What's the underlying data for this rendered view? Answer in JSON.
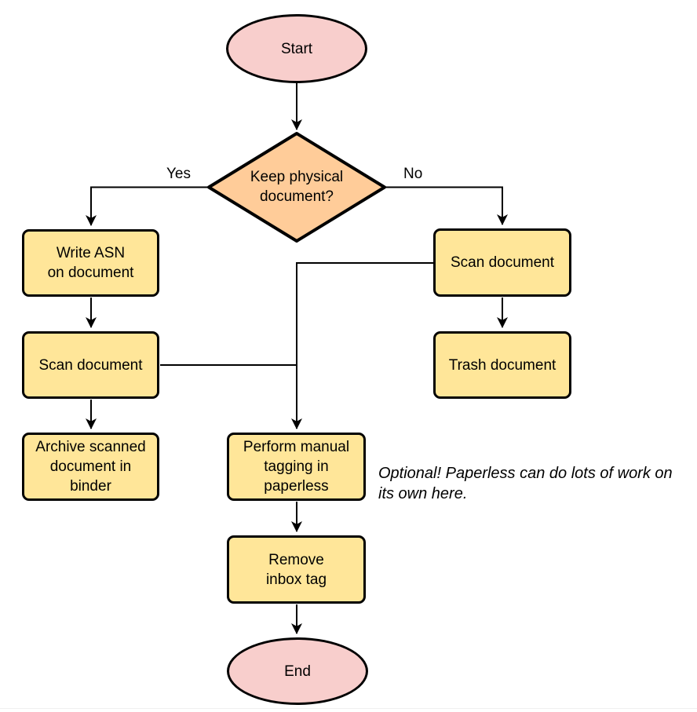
{
  "colors": {
    "terminal_fill": "#f8cecc",
    "decision_fill": "#ffcc99",
    "process_fill": "#ffe699",
    "stroke": "#000000"
  },
  "nodes": {
    "start": {
      "label": "Start",
      "type": "terminal"
    },
    "decision": {
      "label": "Keep physical\ndocument?",
      "type": "decision"
    },
    "write_asn": {
      "label": "Write ASN\non document",
      "type": "process"
    },
    "scan_left": {
      "label": "Scan document",
      "type": "process"
    },
    "archive": {
      "label": "Archive scanned\ndocument in\nbinder",
      "type": "process"
    },
    "scan_right": {
      "label": "Scan document",
      "type": "process"
    },
    "trash": {
      "label": "Trash document",
      "type": "process"
    },
    "tagging": {
      "label": "Perform manual\ntagging in\npaperless",
      "type": "process"
    },
    "remove_inbox": {
      "label": "Remove\ninbox tag",
      "type": "process"
    },
    "end": {
      "label": "End",
      "type": "terminal"
    }
  },
  "edge_labels": {
    "yes": "Yes",
    "no": "No"
  },
  "annotation": {
    "text": "Optional! Paperless can do lots of work on\nits own here."
  }
}
